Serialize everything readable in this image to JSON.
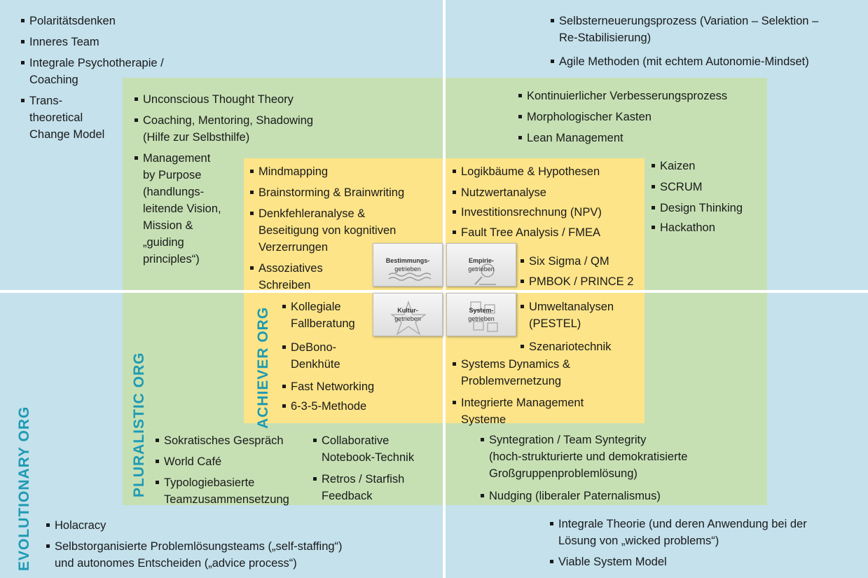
{
  "quadrants": {
    "top_left": {
      "outer": [
        "Polaritätsdenken",
        "Inneres Team",
        [
          "Integrale Psychotherapie /",
          "Coaching"
        ],
        [
          "Trans-",
          "theoretical",
          "Change Model"
        ]
      ],
      "green": [
        "Unconscious Thought Theory",
        [
          "Coaching, Mentoring, Shadowing",
          "(Hilfe zur Selbsthilfe)"
        ],
        [
          "Management",
          "by Purpose",
          "(handlungs-",
          "leitende Vision,",
          "Mission &",
          "„guiding",
          "principles“)"
        ]
      ],
      "yellow": [
        "Mindmapping",
        "Brainstorming & Brainwriting",
        [
          "Denkfehleranalyse &",
          "Beseitigung von kognitiven",
          "Verzerrungen"
        ],
        [
          "Assoziatives",
          "Schreiben"
        ]
      ]
    },
    "top_right": {
      "outer": [
        [
          "Selbsterneuerungsprozess (Variation – Selektion –",
          "Re-Stabilisierung)"
        ],
        "Agile Methoden (mit echtem Autonomie-Mindset)"
      ],
      "green": [
        "Kontinuierlicher Verbesserungsprozess",
        "Morphologischer Kasten",
        "Lean Management"
      ],
      "green_side": [
        "Kaizen",
        "SCRUM",
        "Design Thinking",
        "Hackathon"
      ],
      "yellow": [
        "Logikbäume & Hypothesen",
        "Nutzwertanalyse",
        "Investitionsrechnung (NPV)",
        "Fault Tree Analysis / FMEA"
      ],
      "yellow_lower": [
        "Six Sigma / QM",
        "PMBOK / PRINCE 2"
      ]
    },
    "bottom_left": {
      "yellow": [
        [
          "Kollegiale",
          "Fallberatung"
        ],
        [
          "DeBono-",
          "Denkhüte"
        ],
        "Fast Networking",
        "6-3-5-Methode"
      ],
      "green_col1": [
        "Sokratisches Gespräch",
        "World Café",
        [
          "Typologiebasierte",
          "Teamzusammensetzung"
        ]
      ],
      "green_col2": [
        [
          "Collaborative",
          "Notebook-Technik"
        ],
        [
          "Retros / Starfish",
          "Feedback"
        ]
      ],
      "outer": [
        "Holacracy",
        [
          "Selbstorganisierte Problemlösungsteams („self-staffing“)",
          "und autonomes Entscheiden („advice process“)"
        ]
      ]
    },
    "bottom_right": {
      "yellow_upper": [
        [
          "Umweltanalysen",
          "(PESTEL)"
        ],
        "Szenariotechnik"
      ],
      "yellow": [
        [
          "Systems Dynamics  &",
          "Problemvernetzung"
        ],
        [
          "Integrierte Management",
          "Systeme"
        ]
      ],
      "green": [
        [
          "Syntegration / Team Syntegrity",
          "(hoch-strukturierte und demokratisierte",
          "Großgruppenproblemlösung)"
        ],
        "Nudging (liberaler Paternalismus)"
      ],
      "outer": [
        [
          "Integrale Theorie (und deren Anwendung bei der",
          "Lösung von „wicked problems“)"
        ],
        "Viable System Model"
      ]
    }
  },
  "labels": {
    "evolutionary": "EVOLUTIONARY ORG",
    "pluralistic": "PLURALISTIC ORG",
    "achiever": "ACHIEVER ORG"
  },
  "tiles": {
    "bestimmung": [
      "Bestimmungs-",
      "getrieben"
    ],
    "empirie": [
      "Empirie-",
      "getrieben"
    ],
    "kultur": [
      "Kultur-",
      "getrieben"
    ],
    "system": [
      "System-",
      "getrieben"
    ]
  },
  "colors": {
    "outer": "#c4e1ec",
    "middle": "#c6e0b4",
    "inner": "#fde488",
    "label": "#1f9ab3"
  }
}
